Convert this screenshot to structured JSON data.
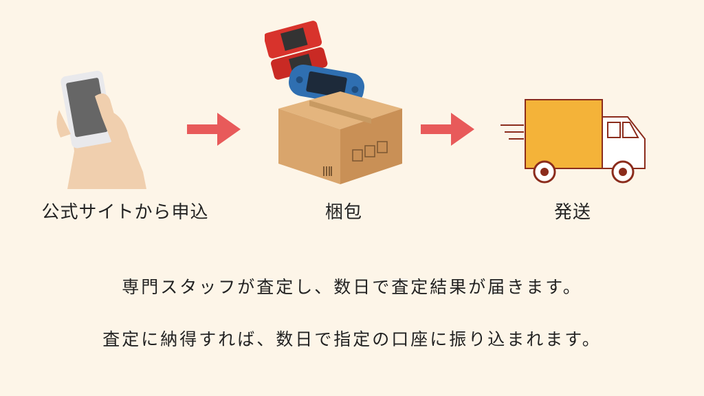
{
  "steps": [
    {
      "label": "公式サイトから申込"
    },
    {
      "label": "梱包"
    },
    {
      "label": "発送"
    }
  ],
  "lines": [
    "専門スタッフが査定し、数日で査定結果が届きます。",
    "査定に納得すれば、数日で指定の口座に振り込まれます。"
  ]
}
